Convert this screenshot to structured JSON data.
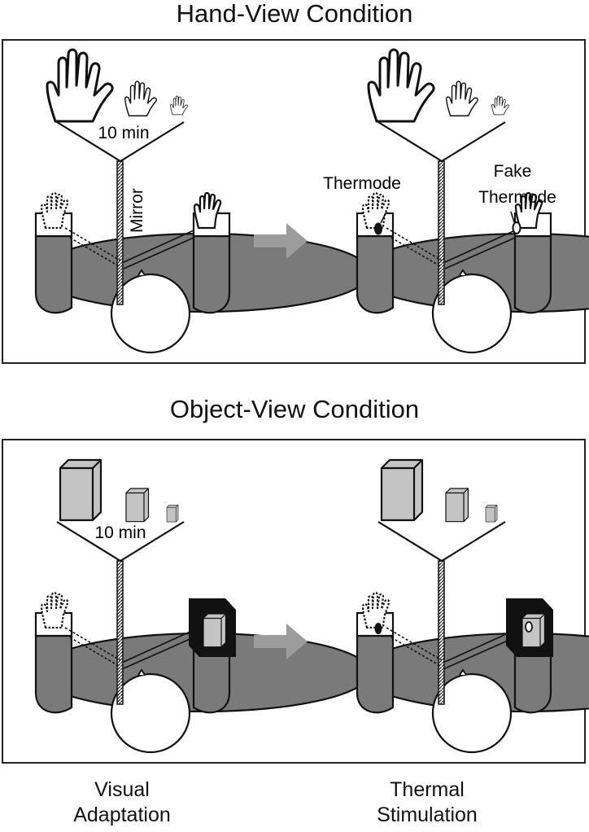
{
  "titles": {
    "hand_view": "Hand-View Condition",
    "object_view": "Object-View Condition"
  },
  "labels": {
    "duration_top": "10 min",
    "mirror": "Mirror",
    "thermode": "Thermode",
    "fake_thermode_line1": "Fake",
    "fake_thermode_line2": "Thermode",
    "duration_bottom": "10 min"
  },
  "captions": {
    "visual_line1": "Visual",
    "visual_line2": "Adaptation",
    "thermal_line1": "Thermal",
    "thermal_line2": "Stimulation"
  },
  "colors": {
    "arm_gray": "#7a7a7a",
    "arrow_gray": "#9c9c9c",
    "cube_gray": "#c4c4c4",
    "black": "#111111"
  }
}
